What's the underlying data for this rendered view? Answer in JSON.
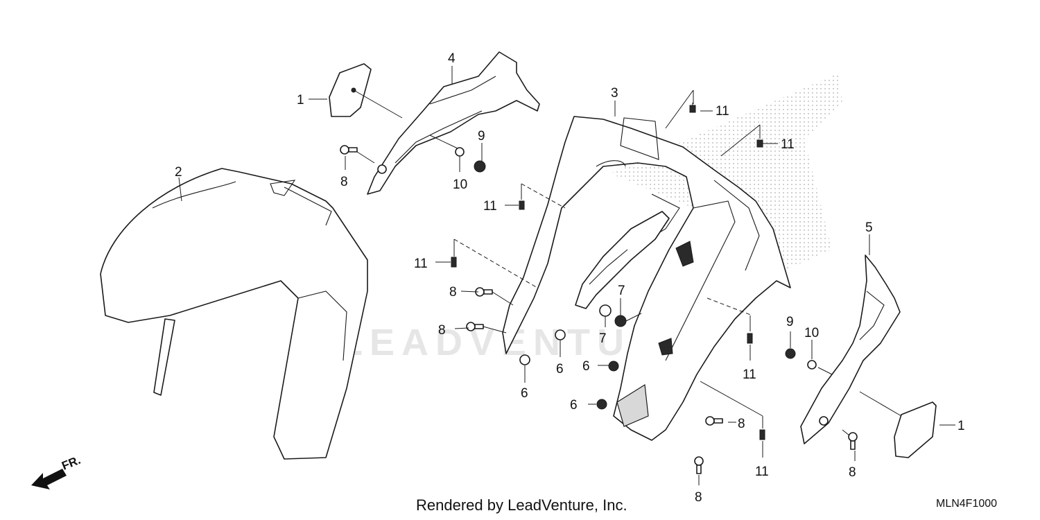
{
  "callouts": {
    "c1a": "1",
    "c1b": "1",
    "c2": "2",
    "c3": "3",
    "c4": "4",
    "c5": "5",
    "c6a": "6",
    "c6b": "6",
    "c6c": "6",
    "c6d": "6",
    "c7a": "7",
    "c7b": "7",
    "c8a": "8",
    "c8b": "8",
    "c8c": "8",
    "c8d": "8",
    "c8e": "8",
    "c8f": "8",
    "c9a": "9",
    "c9b": "9",
    "c10a": "10",
    "c10b": "10",
    "c11a": "11",
    "c11b": "11",
    "c11c": "11",
    "c11d": "11",
    "c11e": "11",
    "c11f": "11"
  },
  "direction_label": "FR.",
  "watermark": "LEADVENTURE",
  "footer": {
    "credit": "Rendered by LeadVenture, Inc.",
    "diagram_code": "MLN4F1000"
  }
}
